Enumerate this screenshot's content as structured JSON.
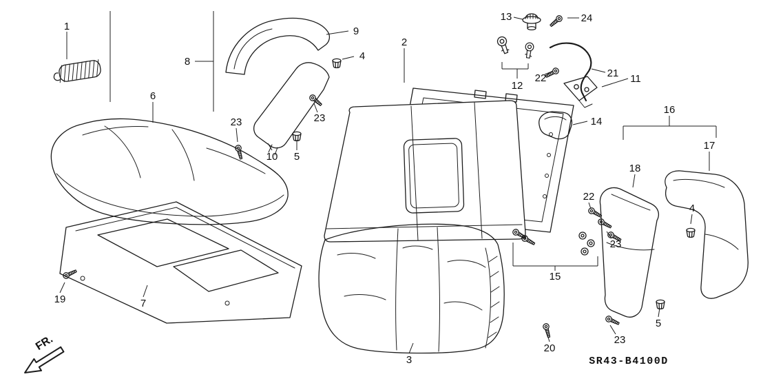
{
  "diagram": {
    "code": "SR43-B4100D",
    "fr_label": "FR."
  },
  "callouts": [
    {
      "label": "1"
    },
    {
      "label": "9"
    },
    {
      "label": "4"
    },
    {
      "label": "8"
    },
    {
      "label": "2"
    },
    {
      "label": "13"
    },
    {
      "label": "24"
    },
    {
      "label": "21"
    },
    {
      "label": "11"
    },
    {
      "label": "12"
    },
    {
      "label": "22"
    },
    {
      "label": "6"
    },
    {
      "label": "23"
    },
    {
      "label": "23"
    },
    {
      "label": "16"
    },
    {
      "label": "17"
    },
    {
      "label": "14"
    },
    {
      "label": "10"
    },
    {
      "label": "5"
    },
    {
      "label": "18"
    },
    {
      "label": "22"
    },
    {
      "label": "4"
    },
    {
      "label": "23"
    },
    {
      "label": "15"
    },
    {
      "label": "19"
    },
    {
      "label": "7"
    },
    {
      "label": "5"
    },
    {
      "label": "23"
    },
    {
      "label": "20"
    },
    {
      "label": "3"
    }
  ]
}
